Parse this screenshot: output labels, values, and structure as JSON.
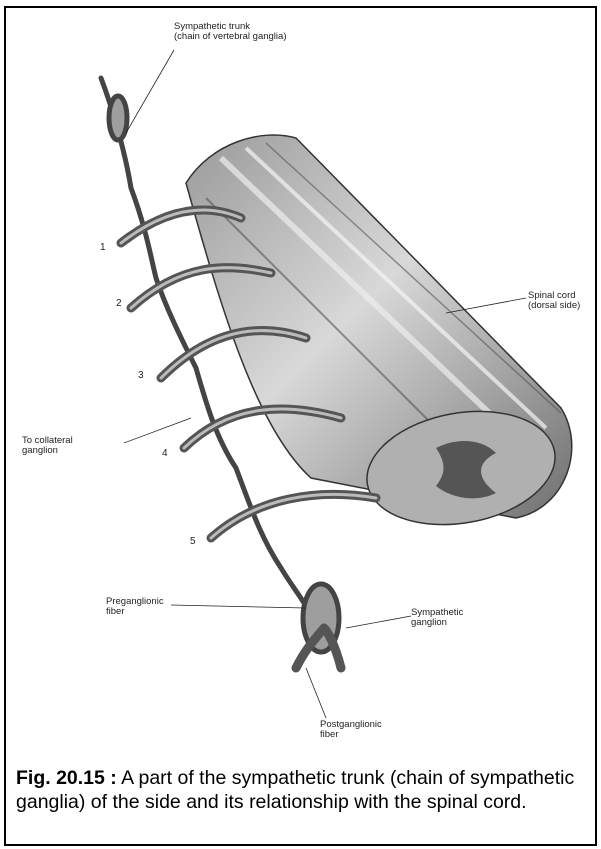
{
  "labels": {
    "sympathetic_trunk": "Sympathetic trunk\n(chain of vertebral ganglia)",
    "spinal_cord": "Spinal cord\n(dorsal side)",
    "to_collateral": "To collateral\nganglion",
    "preganglionic": "Preganglionic\nfiber",
    "sympathetic_ganglion": "Sympathetic\nganglion",
    "postganglionic": "Postganglionic\nfiber"
  },
  "nerve_numbers": [
    "1",
    "2",
    "3",
    "4",
    "5"
  ],
  "caption": {
    "fig_number": "Fig. 20.15 :",
    "text": " A part of the sympathetic trunk (chain of sympathetic ganglia) of the side and its relationship with the spinal cord."
  },
  "colors": {
    "ink": "#000000",
    "shade": "#8a8a8a",
    "background": "#ffffff"
  }
}
